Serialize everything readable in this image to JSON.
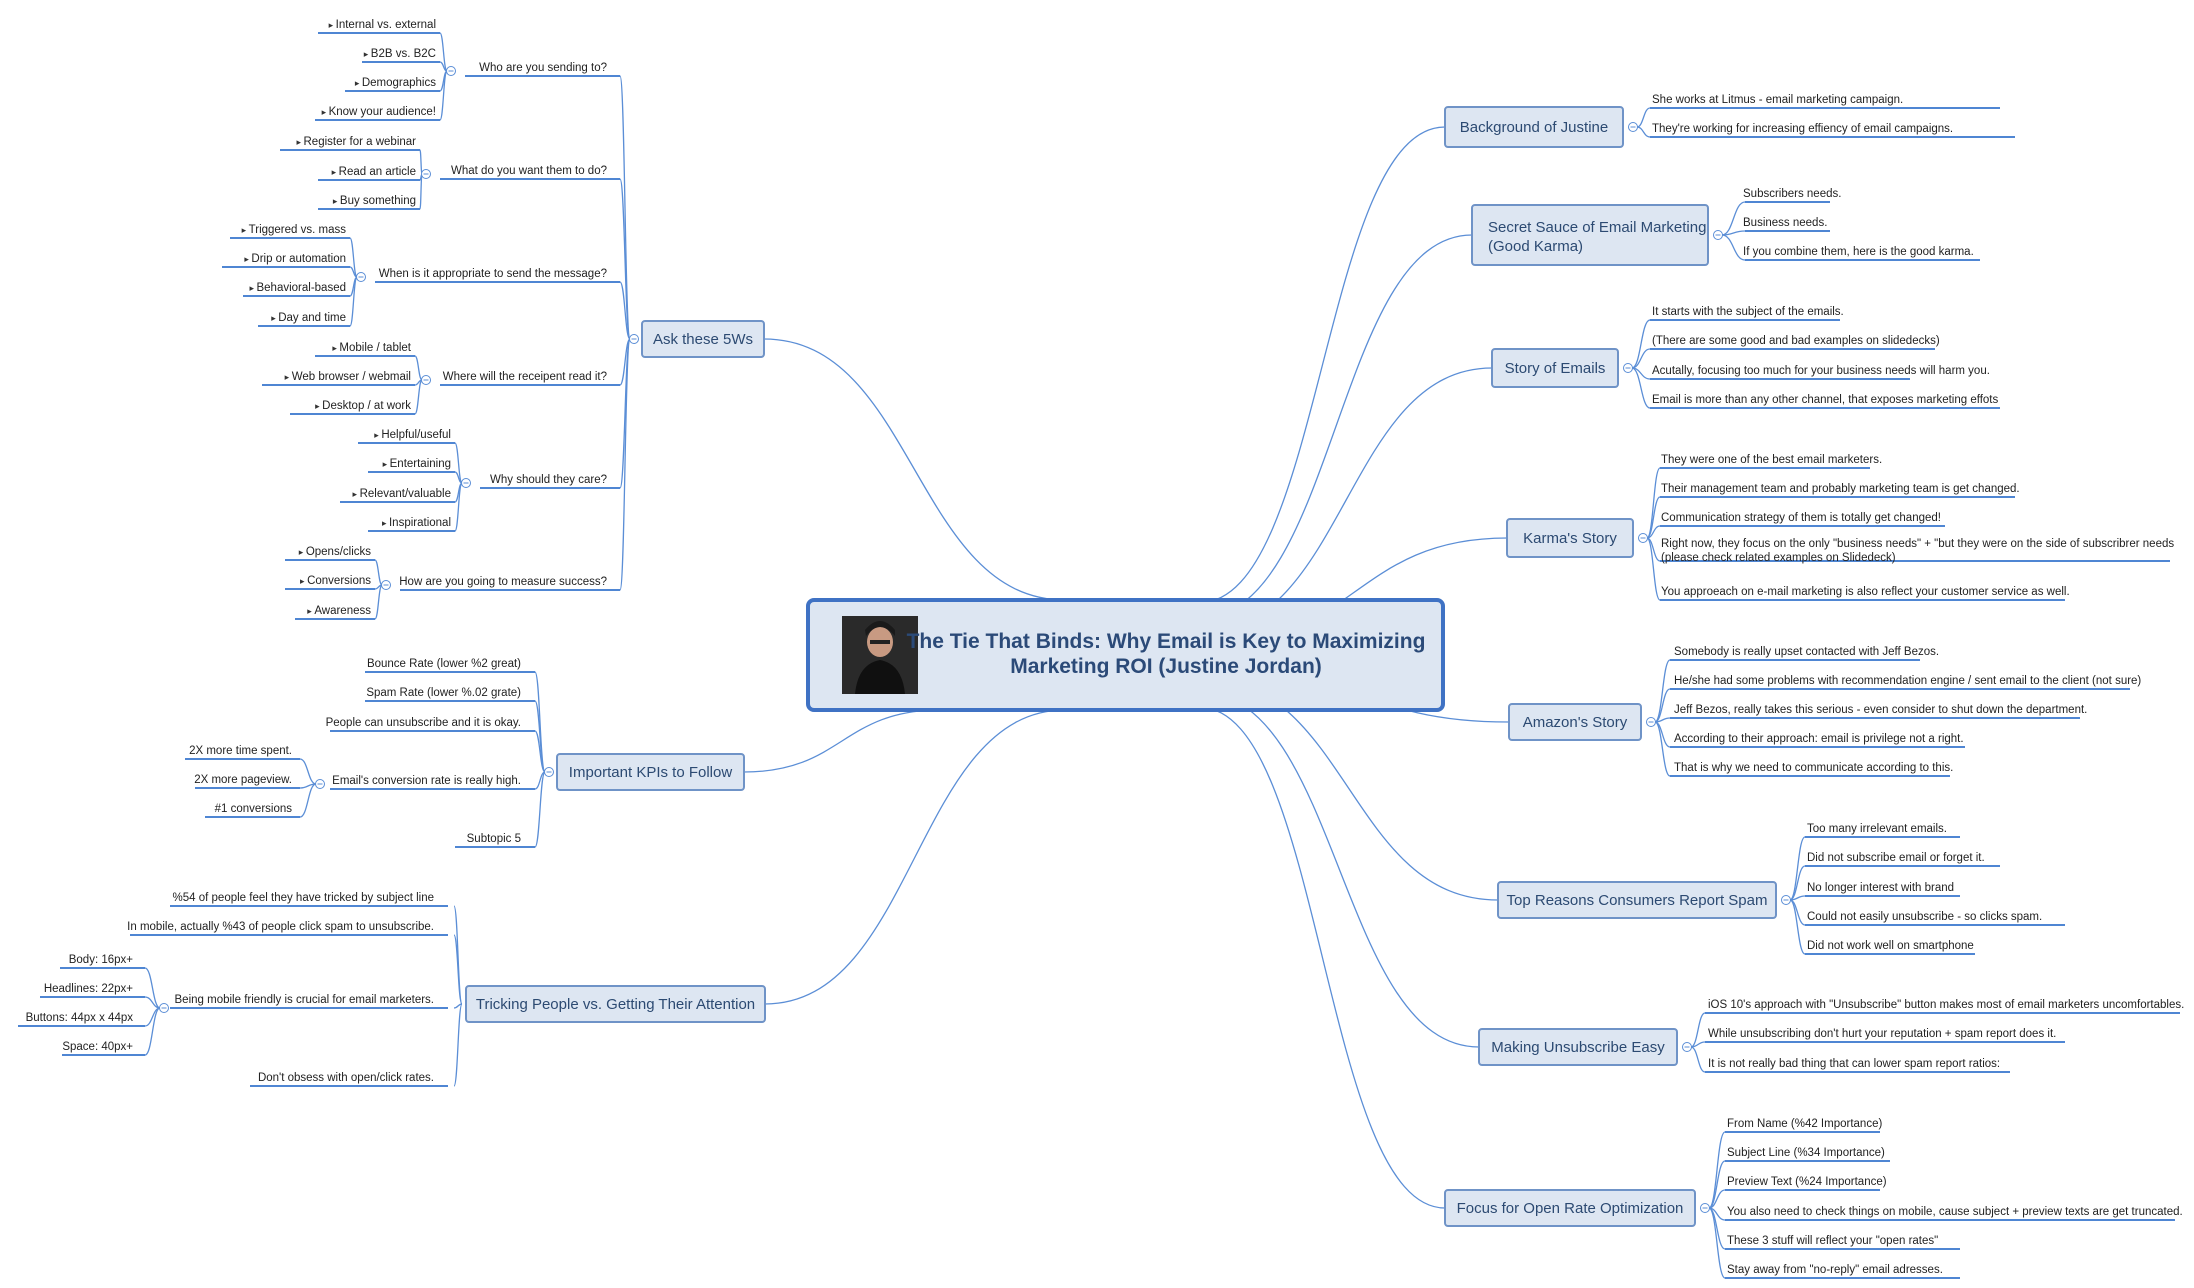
{
  "central": {
    "title_line1": "The Tie That Binds: Why Email is Key to Maximizing",
    "title_line2": "Marketing ROI (Justine Jordan)",
    "photo": "portrait-photo",
    "colors": {
      "border": "#3f72c4",
      "fill": "#dde6f2",
      "text": "#2b4a78"
    }
  },
  "colors": {
    "line": "#5b8ed6",
    "topic_fill": "#dde6f2",
    "topic_border": "#6f93c7",
    "underline": "#4f86d3"
  },
  "left": [
    {
      "label": "Ask these 5Ws",
      "children": [
        {
          "label": "Who are you sending to?",
          "children": [
            "Internal vs. external",
            "B2B vs. B2C",
            "Demographics",
            "Know your audience!"
          ]
        },
        {
          "label": "What do you want them to do?",
          "children": [
            "Register for a webinar",
            "Read an article",
            "Buy something"
          ]
        },
        {
          "label": "When is it appropriate to send the message?",
          "children": [
            "Triggered vs. mass",
            "Drip or automation",
            "Behavioral-based",
            "Day and time"
          ]
        },
        {
          "label": "Where will the receipent read it?",
          "children": [
            "Mobile / tablet",
            "Web browser / webmail",
            "Desktop / at work"
          ]
        },
        {
          "label": "Why should they care?",
          "children": [
            "Helpful/useful",
            "Entertaining",
            "Relevant/valuable",
            "Inspirational"
          ]
        },
        {
          "label": "How are you going to measure success?",
          "children": [
            "Opens/clicks",
            "Conversions",
            "Awareness"
          ]
        }
      ]
    },
    {
      "label": "Important KPIs to Follow",
      "children": [
        {
          "label": "Bounce Rate (lower %2 great)",
          "children": []
        },
        {
          "label": "Spam Rate (lower %.02 grate)",
          "children": []
        },
        {
          "label": "People can unsubscribe and it is okay.",
          "children": []
        },
        {
          "label": "Email's conversion rate is really high.",
          "children": [
            "2X more time spent.",
            "2X more pageview.",
            "#1 conversions"
          ]
        },
        {
          "label": "Subtopic 5",
          "children": []
        }
      ]
    },
    {
      "label": "Tricking People vs. Getting Their Attention",
      "children": [
        {
          "label": "%54 of people feel they have tricked by subject line",
          "children": []
        },
        {
          "label": "In mobile, actually %43 of people click spam to unsubscribe.",
          "children": []
        },
        {
          "label": "Being mobile friendly is crucial for email marketers.",
          "children": [
            "Body: 16px+",
            "Headlines: 22px+",
            "Buttons: 44px x 44px",
            "Space: 40px+"
          ]
        },
        {
          "label": "Don't obsess with open/click rates.",
          "children": []
        }
      ]
    }
  ],
  "right": [
    {
      "label": "Background of Justine",
      "children": [
        "She works at Litmus - email marketing campaign.",
        "They're working for increasing effiency of email campaigns."
      ]
    },
    {
      "label": "Secret Sauce of Email Marketing (Good Karma)",
      "children": [
        "Subscribers needs.",
        "Business needs.",
        "If you combine them, here is the good karma."
      ]
    },
    {
      "label": "Story of Emails",
      "children": [
        "It starts with the subject of the emails.",
        "(There are some good and bad examples on slidedecks)",
        "Acutally, focusing too much for your business needs will harm you.",
        "Email is more than any other channel, that exposes marketing effots"
      ]
    },
    {
      "label": "Karma's Story",
      "children": [
        "They were one of the best email marketers.",
        "Their management team and probably marketing team is get changed.",
        "Communication strategy of them is totally get changed!",
        "Right now, they focus on the only \"business needs\" + \"but they were on the side of subscribrer needs (please check related examples on Slidedeck)",
        "You approeach on e-mail marketing is also reflect your customer service as well."
      ]
    },
    {
      "label": "Amazon's Story",
      "children": [
        "Somebody is really upset contacted with Jeff Bezos.",
        "He/she had some problems with recommendation engine / sent email to the client (not sure)",
        "Jeff Bezos, really takes this serious - even consider to shut down the department.",
        "According to their approach: email is privilege not a right.",
        "That is why we need to communicate according to this."
      ]
    },
    {
      "label": "Top Reasons Consumers Report Spam",
      "children": [
        "Too many irrelevant emails.",
        "Did not subscribe email or forget it.",
        "No longer interest with brand",
        "Could not easily unsubscribe - so clicks spam.",
        "Did not work well on smartphone"
      ]
    },
    {
      "label": "Making Unsubscribe Easy",
      "children": [
        "iOS 10's approach with \"Unsubscribe\" button makes most of email marketers uncomfortables.",
        "While unsubscribing don't hurt your reputation + spam report does it.",
        "It is not really bad thing that can lower spam report ratios:"
      ]
    },
    {
      "label": "Focus for Open Rate Optimization",
      "children": [
        "From Name (%42 Importance)",
        "Subject Line (%34 Importance)",
        "Preview Text (%24 Importance)",
        "You also need to check things on mobile, cause subject + preview texts are get truncated.",
        "These 3 stuff will reflect your \"open rates\"",
        "Stay away from \"no-reply\" email adresses."
      ]
    }
  ]
}
